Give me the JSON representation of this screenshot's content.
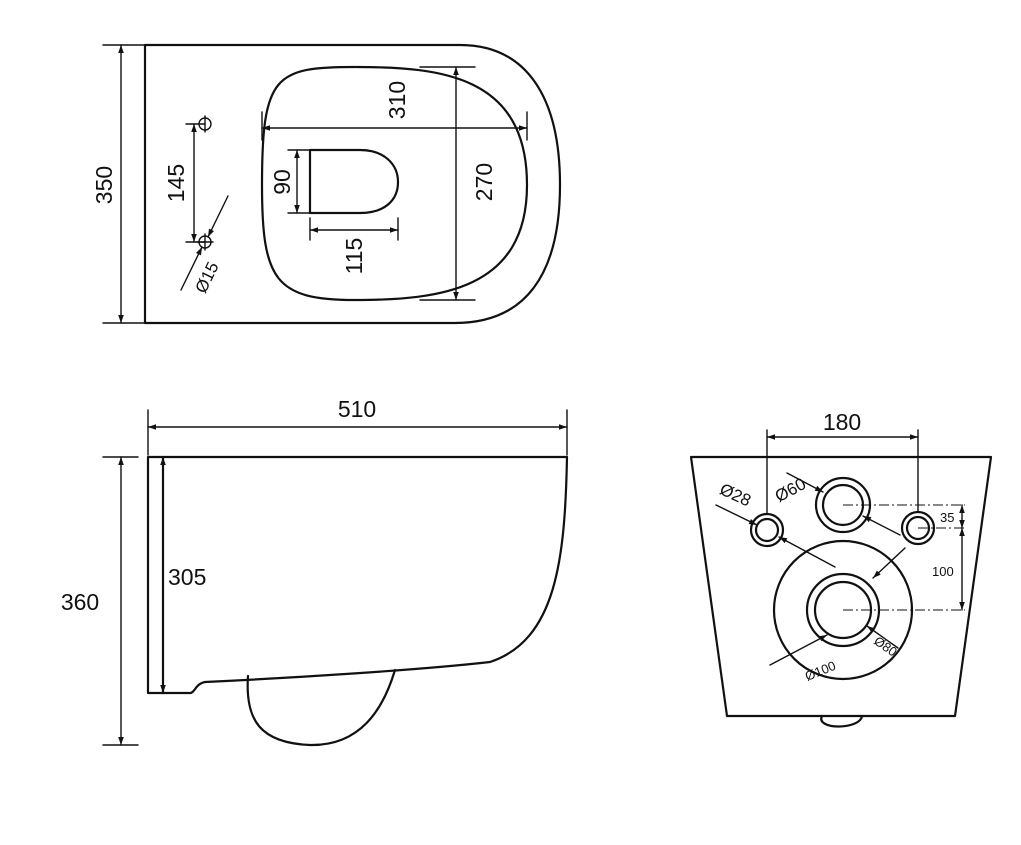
{
  "top_view": {
    "overall_depth": "350",
    "rim_opening_width": "310",
    "rim_opening_depth": "270",
    "bowl_opening_depth": "90",
    "bowl_opening_width": "115",
    "fixing_hole_spacing": "145",
    "fixing_hole_diameter": "Ø15"
  },
  "side_view": {
    "overall_length": "510",
    "overall_height": "360",
    "rim_height": "305"
  },
  "rear_view": {
    "fixing_spacing": "180",
    "fixing_hole_diameter": "Ø28",
    "inlet_diameter": "Ø60",
    "outlet_outer_diameter": "Ø100",
    "outlet_inner_diameter": "Ø80",
    "fixing_to_inlet_offset": "35",
    "inlet_to_outlet_offset": "100"
  }
}
